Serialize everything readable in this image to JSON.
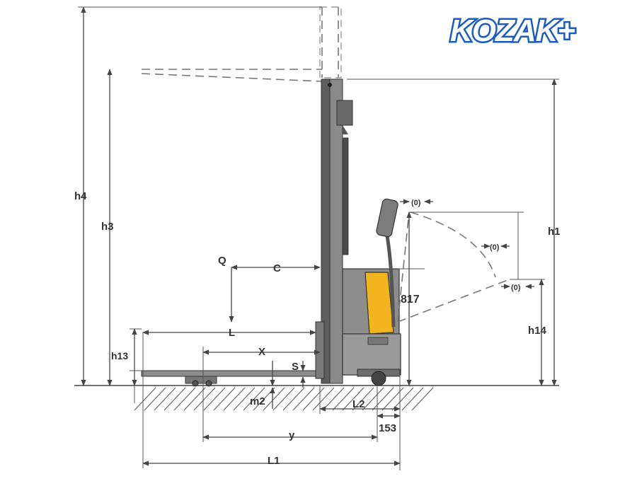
{
  "logo": {
    "text": "KOZAK+",
    "color": "#1a5bbf"
  },
  "labels": {
    "h4": "h4",
    "h3": "h3",
    "h1": "h1",
    "h14": "h14",
    "h13": "h13",
    "Q": "Q",
    "C": "C",
    "L": "L",
    "X": "X",
    "S": "S",
    "m2": "m2",
    "L2": "L2",
    "y": "y",
    "L1": "L1",
    "dim817": "817",
    "dim153": "153",
    "angle_top": "(0)",
    "angle_mid": "(0)",
    "angle_low": "(0)"
  },
  "colors": {
    "body_yellow": "#f2b51e",
    "machine_gray": "#7d7d7d",
    "mast_gray": "#6b6b6b",
    "dim_line": "#444444"
  }
}
